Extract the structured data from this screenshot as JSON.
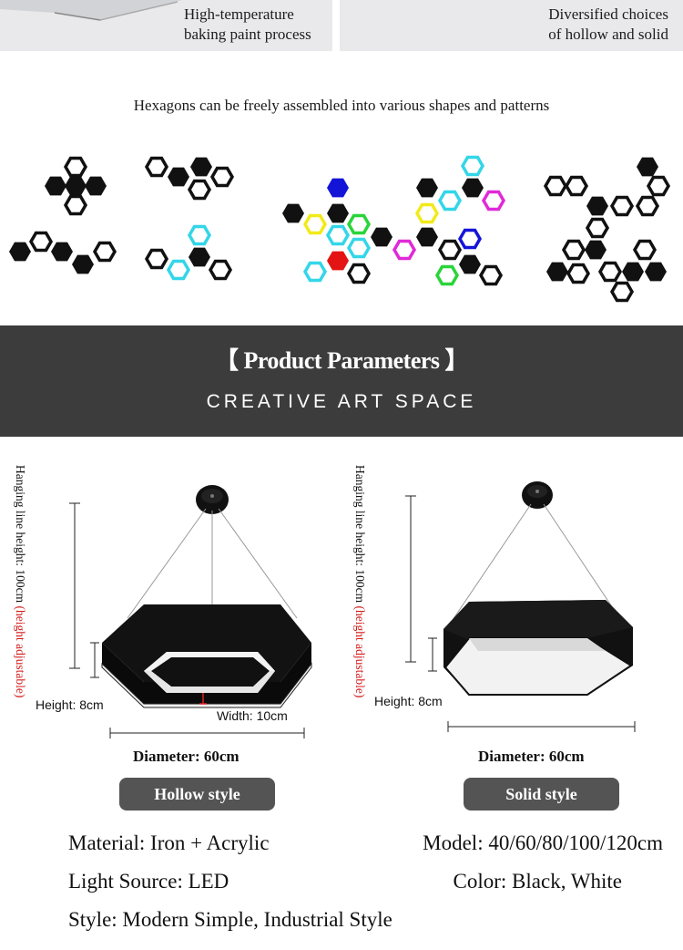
{
  "features": {
    "left": {
      "line1": "High-temperature",
      "line2": "baking paint process"
    },
    "right": {
      "line1": "Diversified choices",
      "line2": "of hollow and solid"
    }
  },
  "assembly": {
    "caption": "Hexagons can be freely assembled into various shapes and patterns",
    "colors": {
      "black": "#111111",
      "cyan": "#33d6e8",
      "blue": "#1414d8",
      "yellow": "#f2ea1a",
      "green": "#2ad43a",
      "magenta": "#e02ad8",
      "red": "#e41414"
    }
  },
  "parameters": {
    "title": "【 Product Parameters 】",
    "subtitle": "CREATIVE ART SPACE"
  },
  "hollow": {
    "hanging_label": "Hanging line height: 100cm ",
    "hanging_note": "(height adjustable)",
    "height": "Height: 8cm",
    "width": "Width: 10cm",
    "diameter": "Diameter: 60cm",
    "style": "Hollow style"
  },
  "solid": {
    "hanging_label": "Hanging line height: 100cm ",
    "hanging_note": "(height adjustable)",
    "height": "Height: 8cm",
    "diameter": "Diameter: 60cm",
    "style": "Solid style"
  },
  "specs": {
    "material": "Material: Iron + Acrylic",
    "model": "Model: 40/60/80/100/120cm",
    "light_source": "Light Source: LED",
    "color": "Color: Black, White",
    "style": "Style: Modern Simple, Industrial Style"
  }
}
